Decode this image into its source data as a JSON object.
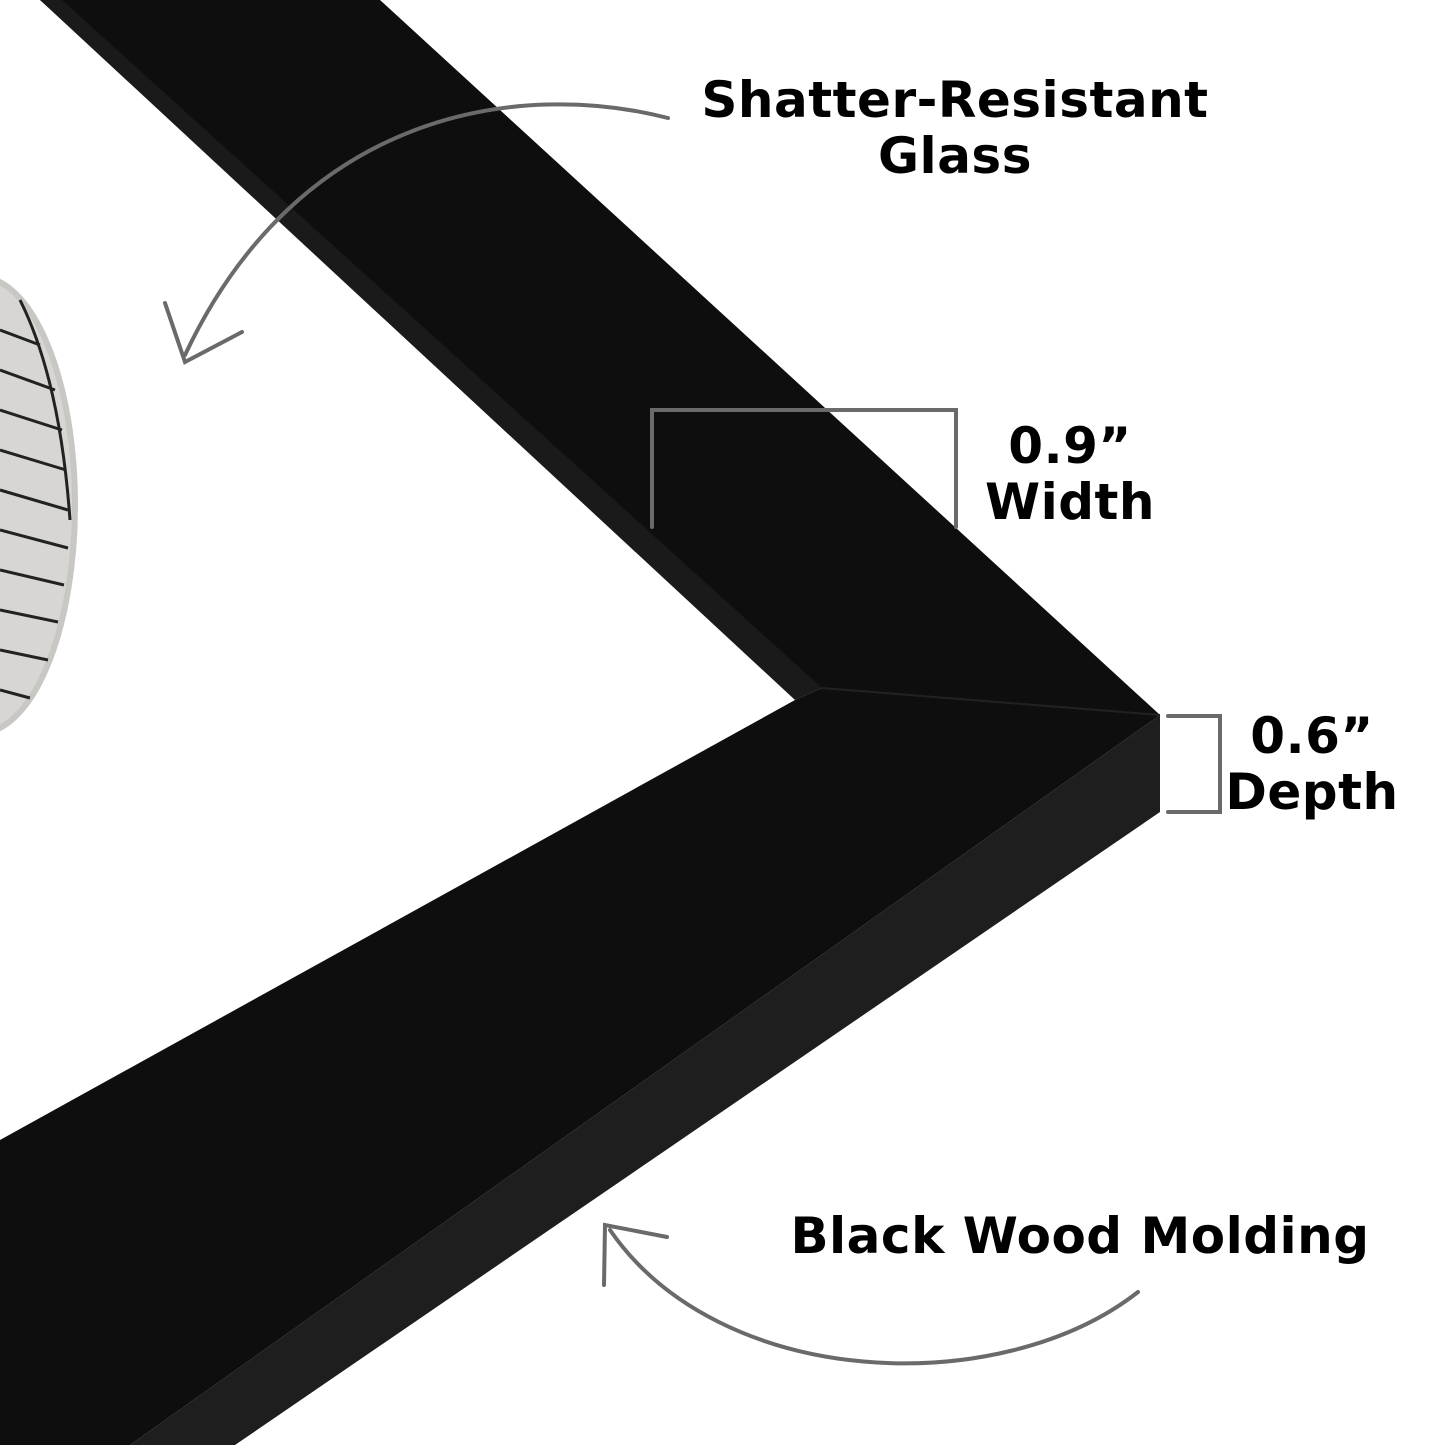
{
  "labels": {
    "glass_line1": "Shatter-Resistant",
    "glass_line2": "Glass",
    "width_value": "0.9”",
    "width_label": "Width",
    "depth_value": "0.6”",
    "depth_label": "Depth",
    "molding": "Black Wood Molding"
  },
  "colors": {
    "frame_face": "#0e0e0e",
    "frame_side": "#1e1e1e",
    "annotation_gray": "#6a6a6a"
  }
}
